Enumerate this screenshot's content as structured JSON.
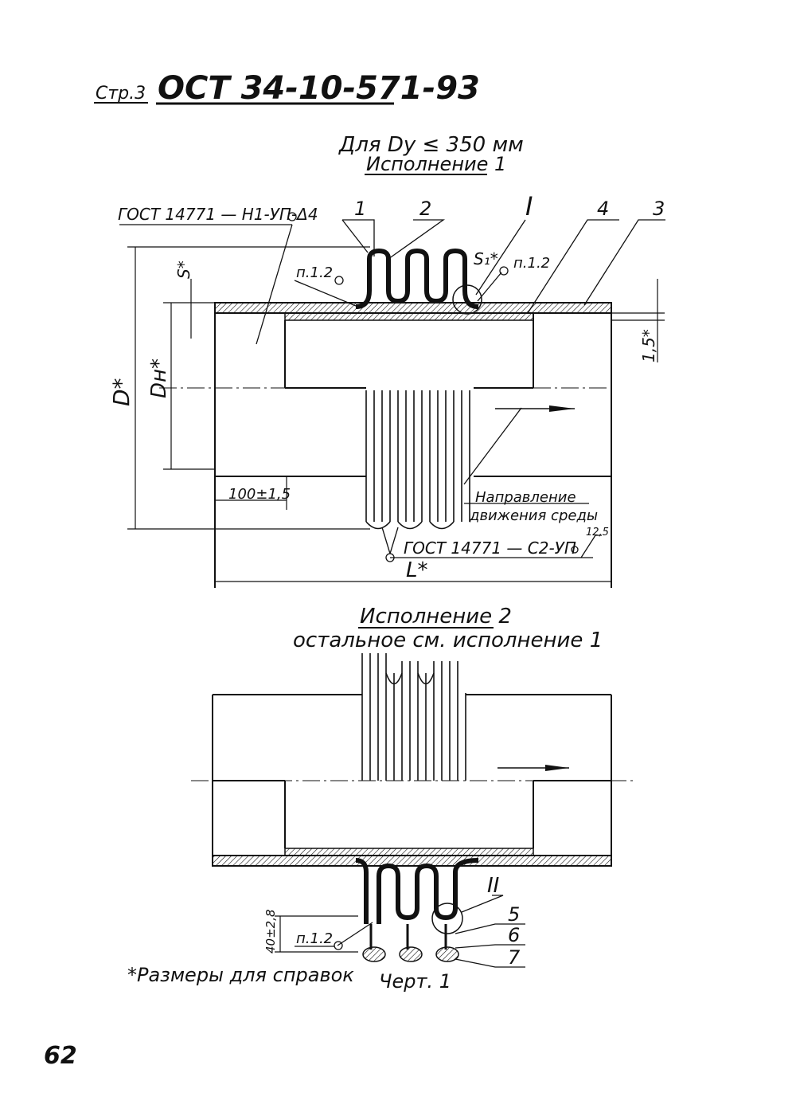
{
  "header": {
    "page_ref": "Стр.3",
    "standard_code": "ОСТ 34-10-571-93"
  },
  "title": {
    "condition": "Для Dy ≤ 350 мм",
    "variant": "Исполнение 1"
  },
  "variant1": {
    "weld_top": "ГОСТ 14771 — Н1-УП-Δ4",
    "weld_bottom": "ГОСТ 14771 — С2-УП",
    "roughness": "12,5",
    "pos1": "1",
    "pos2": "2",
    "pos3": "3",
    "pos4": "4",
    "detail1": "I",
    "ref_left": "п.1.2",
    "ref_right": "п.1.2",
    "dim_s1": "S₁*",
    "dim_s": "S*",
    "dim_D": "D*",
    "dim_Dn": "Dн*",
    "dim_15": "1,5*",
    "dim_100": "100±1,5",
    "dim_L": "L*",
    "flow_line1": "Направление",
    "flow_line2": "движения среды"
  },
  "variant2": {
    "title": "Исполнение 2",
    "subtitle": "остальное см. исполнение 1",
    "pos5": "5",
    "pos6": "6",
    "pos7": "7",
    "detail2": "II",
    "ref": "п.1.2",
    "dim_40": "40±2,8"
  },
  "footnote": "*Размеры для справок",
  "figure_label": "Черт. 1",
  "page_number": "62"
}
